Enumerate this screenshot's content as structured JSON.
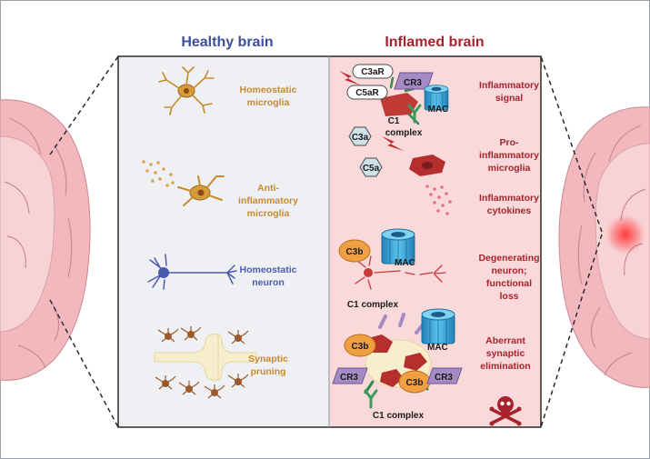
{
  "headers": {
    "healthy": "Healthy brain",
    "inflamed": "Inflamed brain"
  },
  "colors": {
    "healthy_header": "#3d4f9a",
    "inflamed_header": "#a6232d",
    "healthy_bg": "#eef0f4",
    "inflamed_bg": "#f9d9da",
    "microglia": "#c98a2e",
    "neuron": "#4a5bb0",
    "pink_brain": "#f2b8bd",
    "c3b": "#f0a043",
    "mac": "#3aa6d9",
    "cr3": "#a58bc4",
    "c1": "#3b9b5a"
  },
  "healthy": {
    "homeostatic_microglia": [
      "Homeostatic",
      "microglia"
    ],
    "anti_inflammatory": [
      "Anti-",
      "inflammatory",
      "microglia"
    ],
    "homeostatic_neuron": [
      "Homeostatic",
      "neuron"
    ],
    "synaptic_pruning": [
      "Synaptic",
      "pruning"
    ]
  },
  "inflamed": {
    "inflammatory_signal": [
      "Inflammatory",
      "signal"
    ],
    "pro_inflammatory": [
      "Pro-",
      "inflammatory",
      "microglia"
    ],
    "cytokines": [
      "Inflammatory",
      "cytokines"
    ],
    "degenerating": [
      "Degenerating",
      "neuron;",
      "functional",
      "loss"
    ],
    "aberrant": [
      "Aberrant",
      "synaptic",
      "elimination"
    ]
  },
  "molecules": {
    "c3ar": "C3aR",
    "c5ar": "C5aR",
    "cr3": "CR3",
    "mac": "MAC",
    "c1_complex_top": [
      "C1",
      "complex"
    ],
    "c3a": "C3a",
    "c5a": "C5a",
    "c3b": "C3b",
    "c1_complex": "C1 complex"
  },
  "icons": [
    "brain-left",
    "brain-right",
    "microglia",
    "neuron",
    "synapse",
    "lightning-bolt",
    "mac-channel",
    "skull-crossbones"
  ]
}
